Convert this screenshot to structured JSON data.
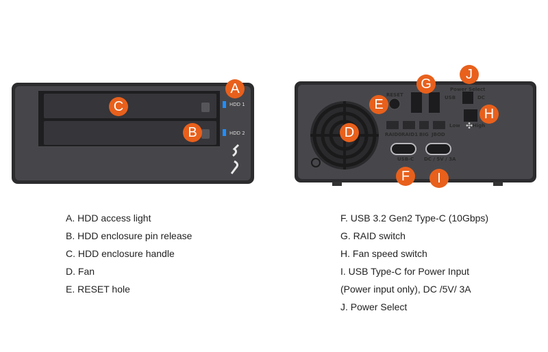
{
  "front": {
    "bay_labels": [
      "HDD 1",
      "HDD 2"
    ],
    "badges": [
      "A",
      "B",
      "C"
    ]
  },
  "rear": {
    "reset_label": "RESET",
    "power_select_label": "Power Select",
    "usb_label": "USB",
    "dc_label": "DC",
    "fan_low_label": "Low",
    "fan_high_label": "High",
    "raid_labels": [
      "RAID0",
      "RAID1",
      "BIG",
      "JBOD"
    ],
    "port_labels": [
      "USB-C",
      "DC / 5V / 3A"
    ],
    "badges": [
      "D",
      "E",
      "F",
      "G",
      "H",
      "I",
      "J"
    ]
  },
  "legend_left": [
    "A. HDD access light",
    "B. HDD enclosure pin release",
    "C. HDD enclosure handle",
    "D. Fan",
    "E. RESET hole"
  ],
  "legend_right": [
    "F. USB 3.2 Gen2 Type-C (10Gbps)",
    "G. RAID switch",
    "H. Fan speed switch",
    "I.  USB Type-C for Power Input",
    "(Power input only), DC /5V/ 3A",
    "J. Power Select"
  ],
  "colors": {
    "accent": "#e8601c",
    "led": "#1e8fff",
    "body": "#3a3a3c"
  }
}
